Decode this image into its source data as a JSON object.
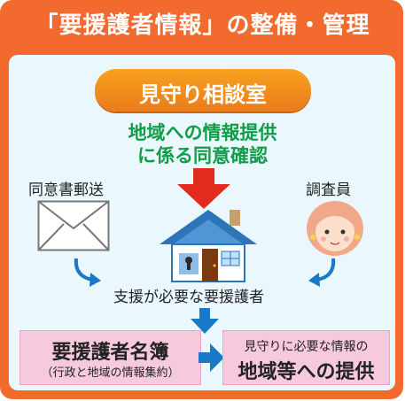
{
  "title": "「要援護者情報」の整備・管理",
  "pill": "見守り相談室",
  "consent_line1": "地域への情報提供",
  "consent_line2": "に係る同意確認",
  "left_label": "同意書郵送",
  "right_label": "調査員",
  "middle_label": "支援が必要な要援護者",
  "box_left": {
    "main": "要援護者名簿",
    "sub": "（行政と地域の情報集約）"
  },
  "box_right": {
    "sub": "見守りに必要な情報の",
    "main": "地域等への提供"
  },
  "colors": {
    "frame": "#f26a2e",
    "inner": "#eaf8fd",
    "pill": "#f08a1e",
    "green": "#0f9d48",
    "red_arrow": "#e32a1e",
    "blue_arrow": "#1a78c8",
    "box": "#f7c9dd"
  }
}
